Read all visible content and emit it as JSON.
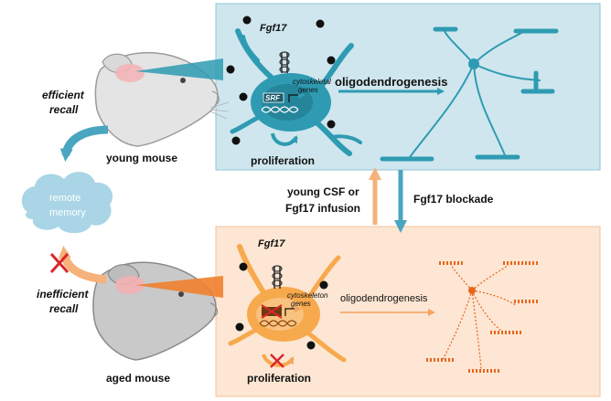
{
  "labels": {
    "fgf17_top": "Fgf17",
    "fgf17_bottom": "Fgf17",
    "srf": "SRF",
    "cytoskeletal_top_line1": "cytoskeletal",
    "cytoskeletal_top_line2": "genes",
    "cytoskeleton_bottom_line1": "cytoskeleton",
    "cytoskeleton_bottom_line2": "genes",
    "oligodendrogenesis_top": "oligodendrogenesis",
    "oligodendrogenesis_bottom": "oligodendrogenesis",
    "proliferation_top": "proliferation",
    "proliferation_bottom": "proliferation",
    "young_mouse": "young mouse",
    "aged_mouse": "aged mouse",
    "efficient": "efficient",
    "recall_top": "recall",
    "inefficient": "inefficient",
    "recall_bottom": "recall",
    "remote": "remote",
    "memory": "memory",
    "young_csf_line1": "young CSF or",
    "young_csf_line2": "Fgf17 infusion",
    "fgf17_blockade": "Fgf17 blockade"
  },
  "colors": {
    "young_panel_fill": "#cfe6ee",
    "young_cell": "#2e9bb2",
    "aged_panel_fill": "#fde6d3",
    "aged_cell": "#f7a94d",
    "aged_dashed": "#e8651a",
    "arrow_orange": "#f6b27a",
    "cloud": "#a9d5e6",
    "block_x": "#d9262b"
  }
}
